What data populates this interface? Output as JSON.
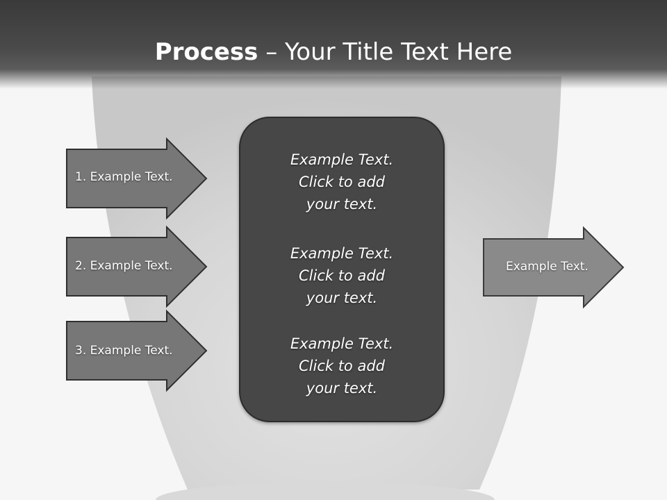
{
  "slide": {
    "title_bold": "Process",
    "title_rest": " – Your Title Text Here"
  },
  "inputs": [
    {
      "label": "1. Example Text."
    },
    {
      "label": "2. Example Text."
    },
    {
      "label": "3. Example Text."
    }
  ],
  "center": {
    "blocks": [
      {
        "line1": "Example Text.",
        "line2": "Click  to add",
        "line3": "your text."
      },
      {
        "line1": "Example Text.",
        "line2": "Click  to add",
        "line3": "your text."
      },
      {
        "line1": "Example Text.",
        "line2": "Click  to add",
        "line3": "your text."
      }
    ]
  },
  "output": {
    "label": "Example Text."
  },
  "colors": {
    "title_bar": "#3a3a3a",
    "panel": "#474747",
    "input_arrow": "#777777",
    "output_arrow": "#8a8a8a",
    "background": "#f6f6f6"
  }
}
